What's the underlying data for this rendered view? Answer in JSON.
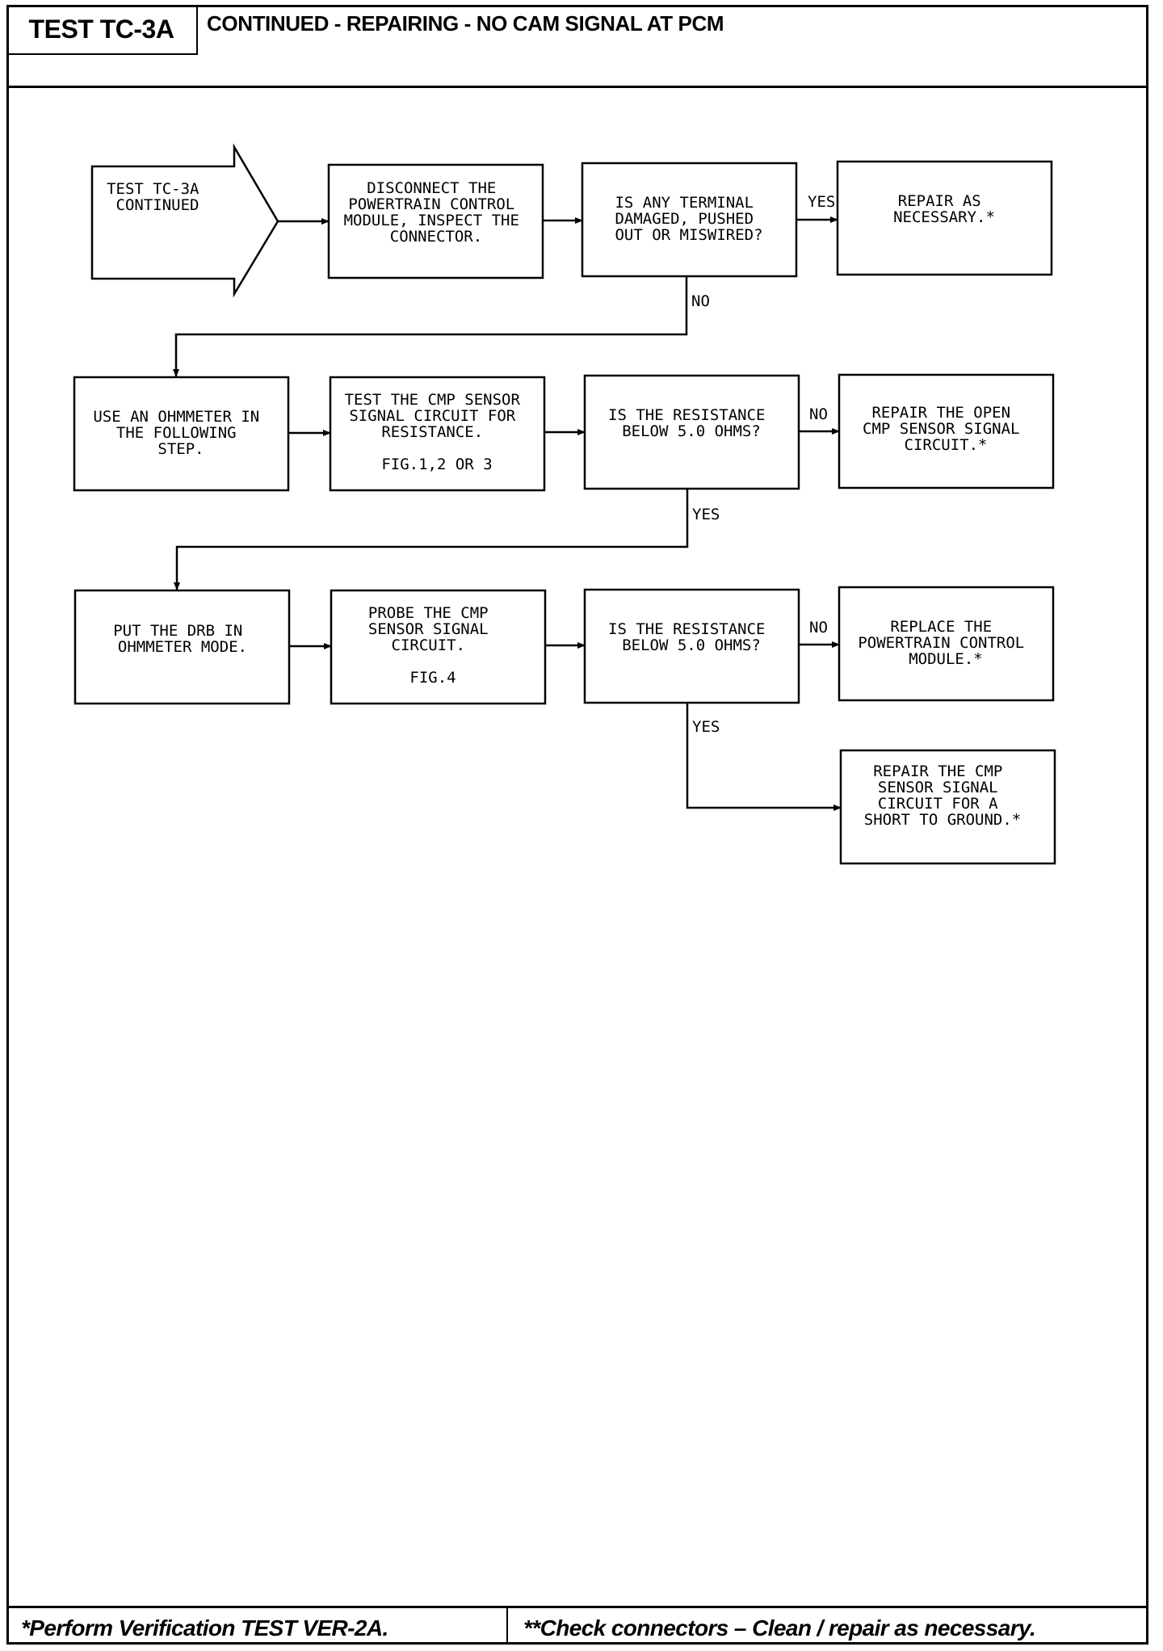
{
  "header": {
    "test_id": "TEST TC-3A",
    "title": "CONTINUED - REPAIRING - NO CAM SIGNAL AT PCM"
  },
  "start": {
    "lines": [
      "TEST TC-3A",
      "CONTINUED"
    ]
  },
  "row1": {
    "step": [
      "DISCONNECT THE",
      "POWERTRAIN CONTROL",
      "MODULE, INSPECT THE",
      "CONNECTOR."
    ],
    "question": [
      "IS ANY TERMINAL",
      "DAMAGED, PUSHED",
      "OUT OR MISWIRED?"
    ],
    "result": [
      "REPAIR AS",
      "NECESSARY.*"
    ],
    "yes_label": "YES",
    "no_label": "NO"
  },
  "row2": {
    "step1": [
      "USE AN OHMMETER IN",
      "THE FOLLOWING",
      "STEP."
    ],
    "step2": [
      "TEST THE CMP SENSOR",
      "SIGNAL CIRCUIT FOR",
      "RESISTANCE."
    ],
    "step2_fig": "FIG.1,2 OR 3",
    "question": [
      "IS THE RESISTANCE",
      "BELOW 5.0 OHMS?"
    ],
    "result": [
      "REPAIR THE OPEN",
      "CMP SENSOR SIGNAL",
      "CIRCUIT.*"
    ],
    "no_label": "NO",
    "yes_label": "YES"
  },
  "row3": {
    "step1": [
      "PUT THE DRB IN",
      "OHMMETER MODE."
    ],
    "step2": [
      "PROBE THE CMP",
      "SENSOR SIGNAL",
      "CIRCUIT."
    ],
    "step2_fig": "FIG.4",
    "question": [
      "IS THE RESISTANCE",
      "BELOW 5.0 OHMS?"
    ],
    "result": [
      "REPLACE THE",
      "POWERTRAIN CONTROL",
      "MODULE.*"
    ],
    "no_label": "NO",
    "yes_label": "YES",
    "final": [
      "REPAIR THE CMP",
      "SENSOR SIGNAL",
      "CIRCUIT FOR A",
      "SHORT TO GROUND.*"
    ]
  },
  "footer": {
    "left": "*Perform Verification TEST VER-2A.",
    "right": "**Check connectors – Clean / repair as necessary."
  }
}
